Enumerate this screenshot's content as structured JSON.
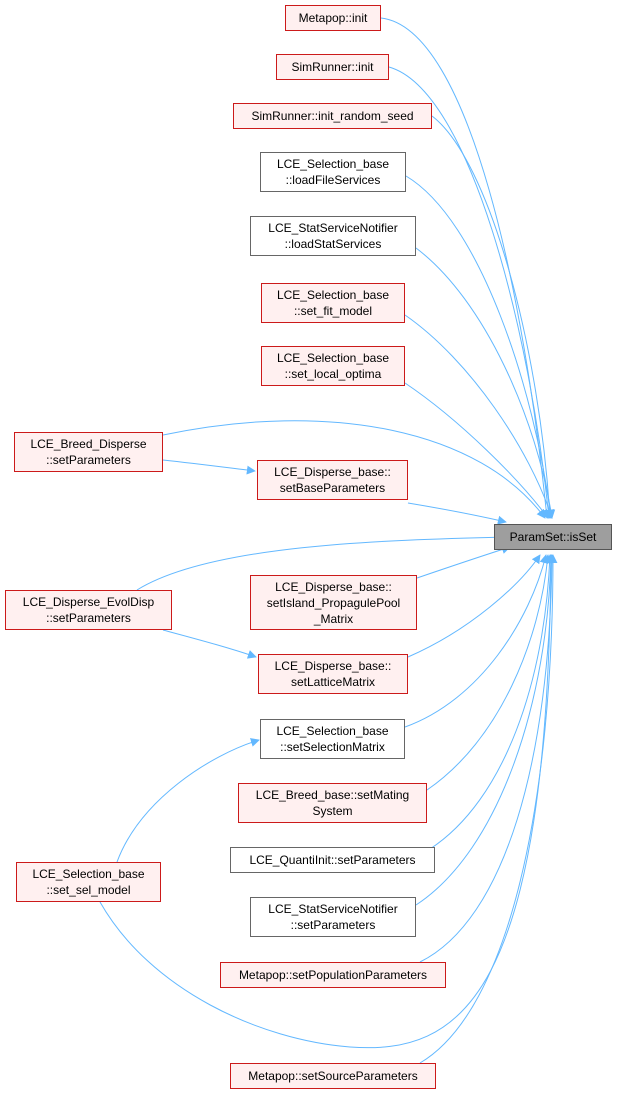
{
  "graph": {
    "target": {
      "label": "ParamSet::isSet",
      "style": "target"
    },
    "nodes": [
      {
        "id": "n1",
        "label": "Metapop::init",
        "style": "red"
      },
      {
        "id": "n2",
        "label": "SimRunner::init",
        "style": "red"
      },
      {
        "id": "n3",
        "label": "SimRunner::init_random_seed",
        "style": "red"
      },
      {
        "id": "n4",
        "label": "LCE_Selection_base\n::loadFileServices",
        "style": "plain"
      },
      {
        "id": "n5",
        "label": "LCE_StatServiceNotifier\n::loadStatServices",
        "style": "plain"
      },
      {
        "id": "n6",
        "label": "LCE_Selection_base\n::set_fit_model",
        "style": "red"
      },
      {
        "id": "n7",
        "label": "LCE_Selection_base\n::set_local_optima",
        "style": "red"
      },
      {
        "id": "n8",
        "label": "LCE_Breed_Disperse\n::setParameters",
        "style": "red"
      },
      {
        "id": "n9",
        "label": "LCE_Disperse_base::\nsetBaseParameters",
        "style": "red"
      },
      {
        "id": "n10",
        "label": "LCE_Disperse_EvolDisp\n::setParameters",
        "style": "red"
      },
      {
        "id": "n11",
        "label": "LCE_Disperse_base::\nsetIsland_PropagulePool\n_Matrix",
        "style": "red"
      },
      {
        "id": "n12",
        "label": "LCE_Disperse_base::\nsetLatticeMatrix",
        "style": "red"
      },
      {
        "id": "n13",
        "label": "LCE_Selection_base\n::setSelectionMatrix",
        "style": "plain"
      },
      {
        "id": "n14",
        "label": "LCE_Breed_base::setMating\nSystem",
        "style": "red"
      },
      {
        "id": "n15",
        "label": "LCE_QuantiInit::setParameters",
        "style": "plain"
      },
      {
        "id": "n16",
        "label": "LCE_Selection_base\n::set_sel_model",
        "style": "red"
      },
      {
        "id": "n17",
        "label": "LCE_StatServiceNotifier\n::setParameters",
        "style": "plain"
      },
      {
        "id": "n18",
        "label": "Metapop::setPopulationParameters",
        "style": "red"
      },
      {
        "id": "n19",
        "label": "Metapop::setSourceParameters",
        "style": "red"
      }
    ],
    "edges": [
      {
        "from": "n1",
        "to": "target"
      },
      {
        "from": "n2",
        "to": "target"
      },
      {
        "from": "n3",
        "to": "target"
      },
      {
        "from": "n4",
        "to": "target"
      },
      {
        "from": "n5",
        "to": "target"
      },
      {
        "from": "n6",
        "to": "target"
      },
      {
        "from": "n7",
        "to": "target"
      },
      {
        "from": "n8",
        "to": "target"
      },
      {
        "from": "n8",
        "to": "n9"
      },
      {
        "from": "n9",
        "to": "target"
      },
      {
        "from": "n10",
        "to": "target"
      },
      {
        "from": "n10",
        "to": "n12"
      },
      {
        "from": "n11",
        "to": "target"
      },
      {
        "from": "n12",
        "to": "target"
      },
      {
        "from": "n13",
        "to": "target"
      },
      {
        "from": "n16",
        "to": "n13"
      },
      {
        "from": "n14",
        "to": "target"
      },
      {
        "from": "n15",
        "to": "target"
      },
      {
        "from": "n16",
        "to": "target"
      },
      {
        "from": "n17",
        "to": "target"
      },
      {
        "from": "n18",
        "to": "target"
      },
      {
        "from": "n19",
        "to": "target"
      }
    ],
    "colors": {
      "edge": "#63b8ff",
      "red_border": "#cc1a1a",
      "red_fill": "#fff0f0",
      "plain_border": "#666666",
      "target_fill": "#9e9e9e"
    }
  }
}
